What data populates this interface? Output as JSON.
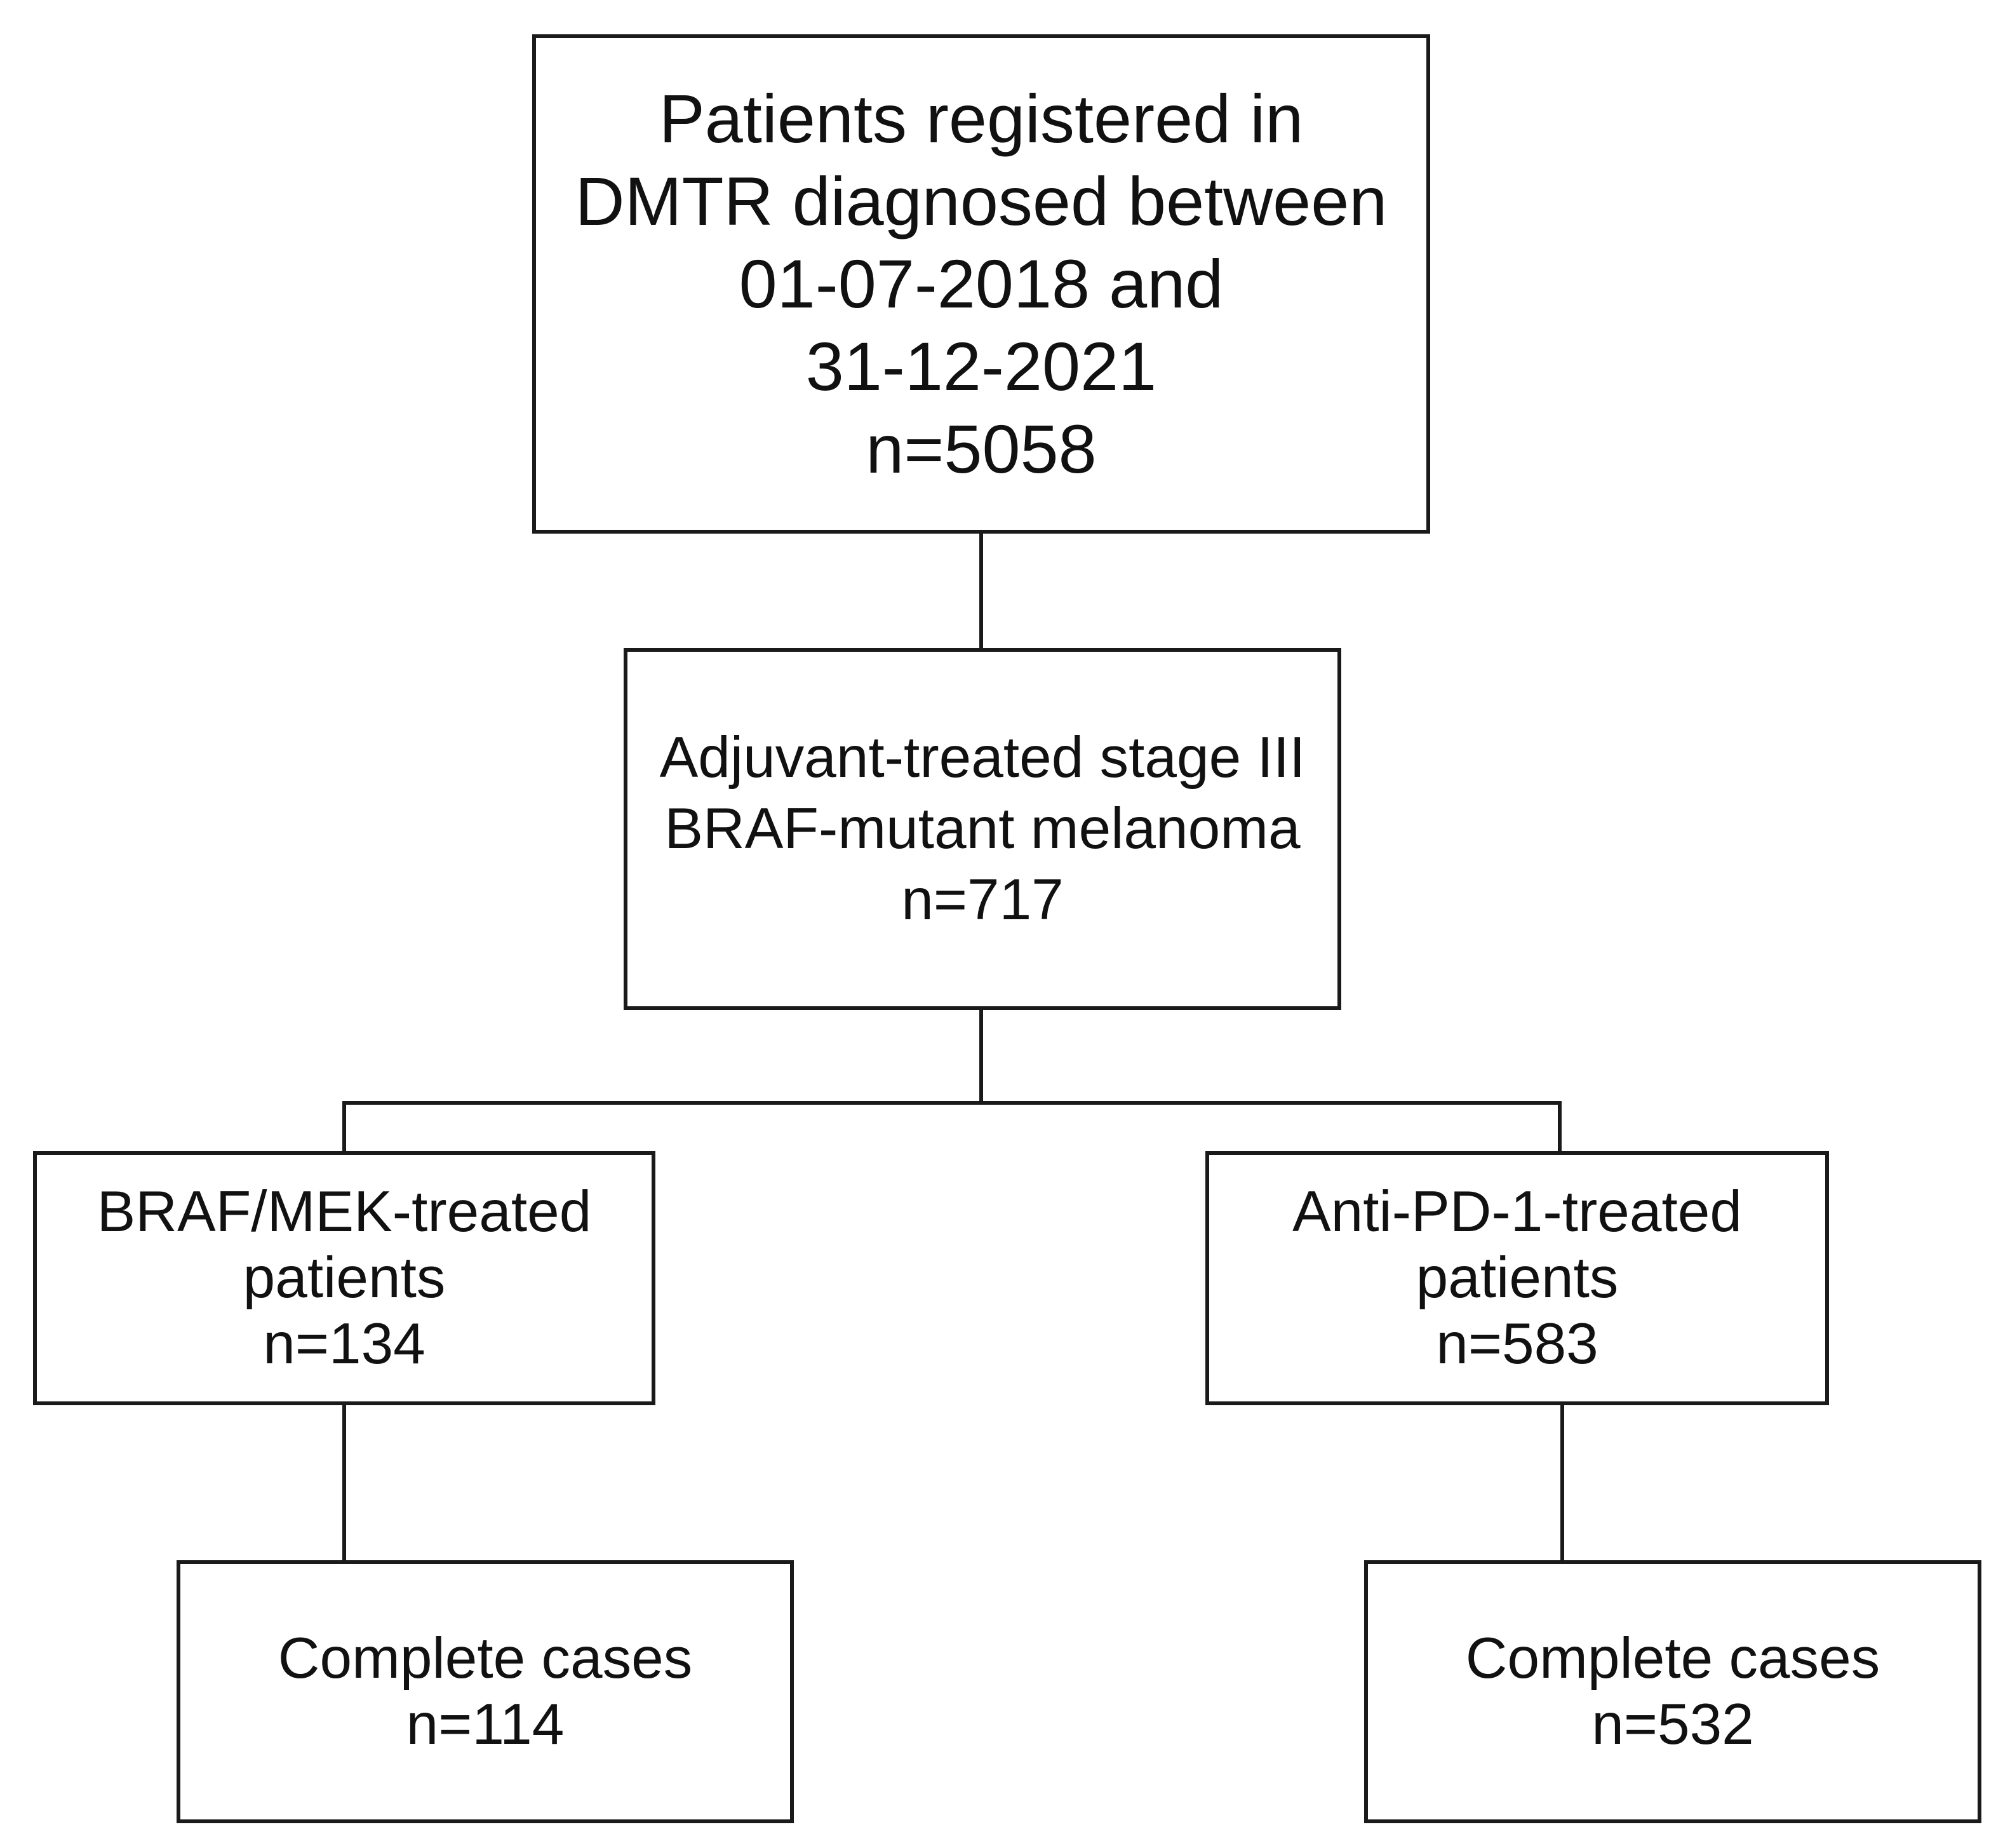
{
  "flowchart": {
    "top": {
      "lines": [
        "Patients registered in",
        "DMTR diagnosed between",
        "01-07-2018 and",
        "31-12-2021",
        "n=5058"
      ]
    },
    "middle": {
      "lines": [
        "Adjuvant-treated stage III",
        "BRAF-mutant melanoma",
        "n=717"
      ]
    },
    "left": {
      "lines": [
        "BRAF/MEK-treated",
        "patients",
        "n=134"
      ]
    },
    "right": {
      "lines": [
        "Anti-PD-1-treated",
        "patients",
        "n=583"
      ]
    },
    "bottom_left": {
      "lines": [
        "Complete cases",
        "n=114"
      ]
    },
    "bottom_right": {
      "lines": [
        "Complete cases",
        "n=532"
      ]
    }
  },
  "colors": {
    "stroke": "#1a1a1a",
    "background": "#ffffff",
    "text": "#111111"
  }
}
